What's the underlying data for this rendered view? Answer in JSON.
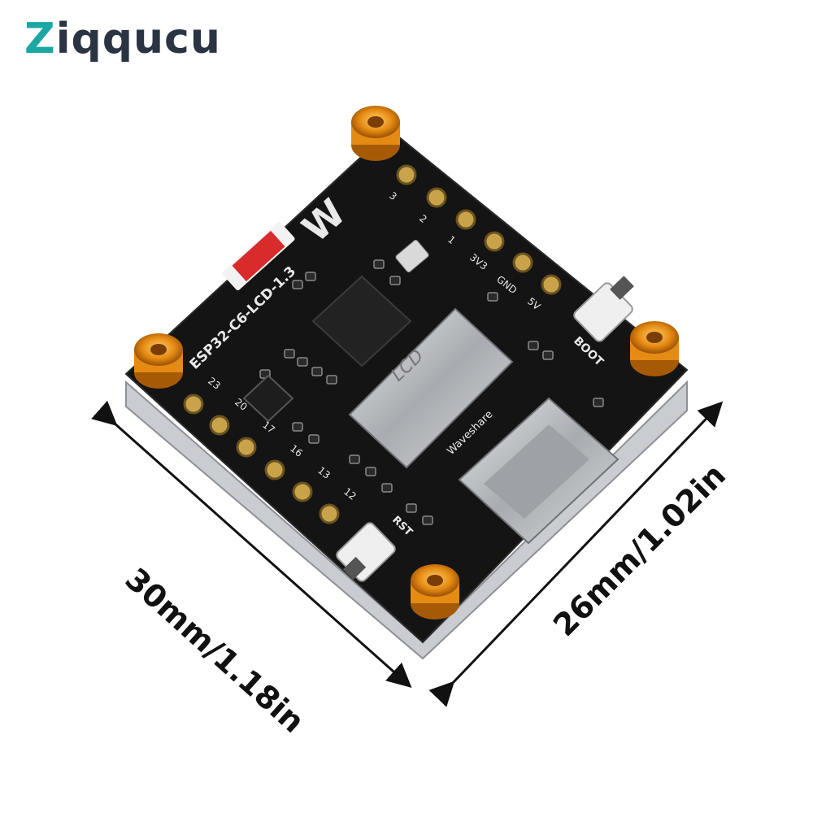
{
  "brand": {
    "first": "Z",
    "rest": "iqqucu"
  },
  "dimensions": {
    "length": "30mm/1.18in",
    "width": "26mm/1.02in"
  },
  "board": {
    "model": "ESP32-C6-LCD-1.3",
    "maker": "Waveshare",
    "lcd_label": "LCD",
    "logo": "W",
    "boot_label": "BOOT",
    "rst_label": "RST",
    "top_pins": [
      "3",
      "2",
      "1",
      "3V3",
      "GND",
      "5V"
    ],
    "bottom_pins": [
      "23",
      "20",
      "17",
      "16",
      "13",
      "12"
    ]
  },
  "colors": {
    "pcb": "#141414",
    "gold": "#c9a34a",
    "standoff": "#e58a12",
    "connector": "#bfc3c7"
  }
}
